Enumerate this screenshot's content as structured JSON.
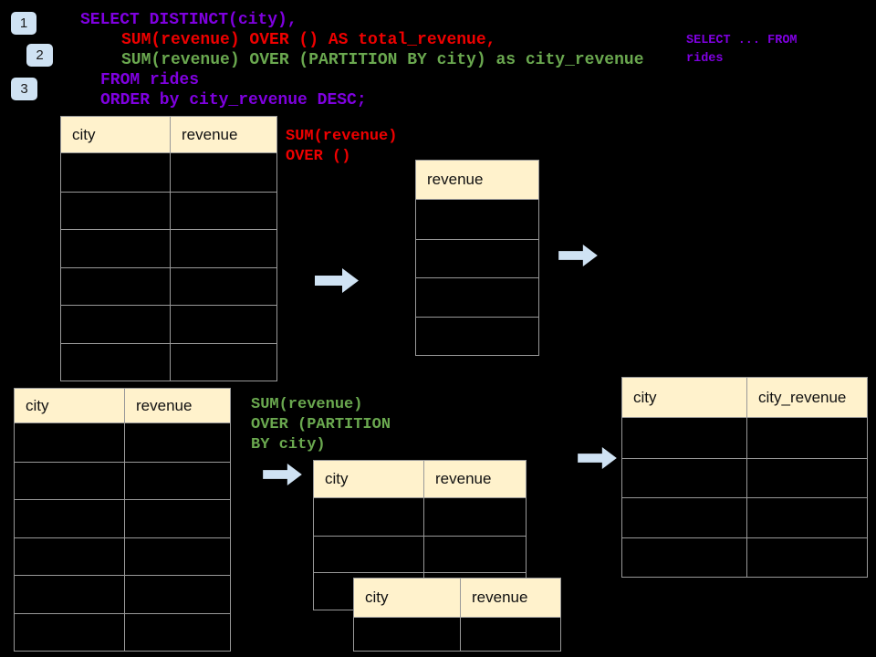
{
  "colors": {
    "background": "#000000",
    "sql_purple": "#7f00e0",
    "sql_red": "#ee0000",
    "sql_green": "#6aa84f",
    "table_header_fill": "#fff2cc",
    "table_border": "#999999",
    "badge_and_arrow_blue": "#cfe2f3"
  },
  "badges": [
    {
      "label": "1"
    },
    {
      "label": "2"
    },
    {
      "label": "3"
    }
  ],
  "sql": {
    "lines": [
      {
        "text": "SELECT DISTINCT(city),",
        "color": "purple"
      },
      {
        "text": "SUM(revenue) OVER () AS total_revenue,",
        "color": "red"
      },
      {
        "text": "SUM(revenue) OVER (PARTITION BY city) as city_revenue",
        "color": "green"
      },
      {
        "text": "FROM rides",
        "color": "purple"
      },
      {
        "text": "ORDER by city_revenue DESC;",
        "color": "purple"
      }
    ]
  },
  "sidenote": {
    "line1": "SELECT ... FROM",
    "line2": "rides"
  },
  "annotations": {
    "total_revenue": {
      "line1": "SUM(revenue)",
      "line2": "OVER ()"
    },
    "partition": {
      "line1": "SUM(revenue)",
      "line2": "OVER (PARTITION",
      "line3": "BY city)"
    }
  },
  "tables": {
    "source_top": {
      "headers": [
        "city",
        "revenue"
      ],
      "rows": 6
    },
    "revenue_only": {
      "headers": [
        "revenue"
      ],
      "rows": 4
    },
    "source_bottom": {
      "headers": [
        "city",
        "revenue"
      ],
      "rows": 6
    },
    "partition_mid": {
      "headers": [
        "city",
        "revenue"
      ],
      "rows": 3
    },
    "partition_overlap": {
      "headers": [
        "city",
        "revenue"
      ],
      "rows": 1
    },
    "result_right": {
      "headers": [
        "city",
        "city_revenue"
      ],
      "rows": 4
    }
  },
  "icons": {
    "arrow": "arrow-right-icon"
  }
}
